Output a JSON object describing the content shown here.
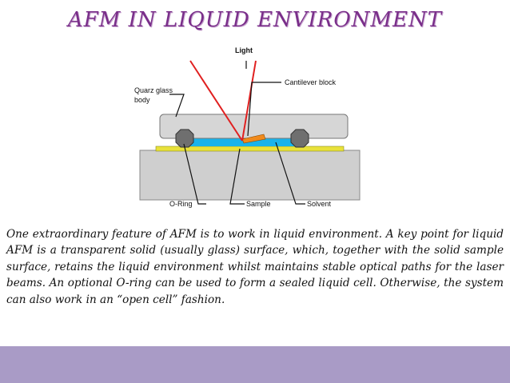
{
  "title": "AFM IN LIQUID ENVIRONMENT",
  "diagram": {
    "labels": {
      "light": "Light",
      "quartz_line1": "Quarz glass",
      "quartz_line2": "body",
      "cantilever": "Cantilever block",
      "oring": "O-Ring",
      "sample": "Sample",
      "solvent": "Solvent"
    },
    "colors": {
      "light_beam": "#e02020",
      "liquid": "#19b3ea",
      "substrate": "#e9e23a",
      "cantilever": "#f08a1c",
      "glass": "#d6d6d6",
      "base": "#cfcfcf",
      "oring": "#6f6f6f"
    }
  },
  "body_text": "One extraordinary feature of AFM is to work in liquid environment. A key point for liquid AFM is a transparent solid (usually glass) surface, which, together with the solid sample surface, retains the liquid environment whilst maintains stable optical paths for the laser beams. An optional O-ring can be used to form a sealed liquid cell. Otherwise, the system can also work in an “open cell” fashion.",
  "footer_color": "#a99bc6"
}
